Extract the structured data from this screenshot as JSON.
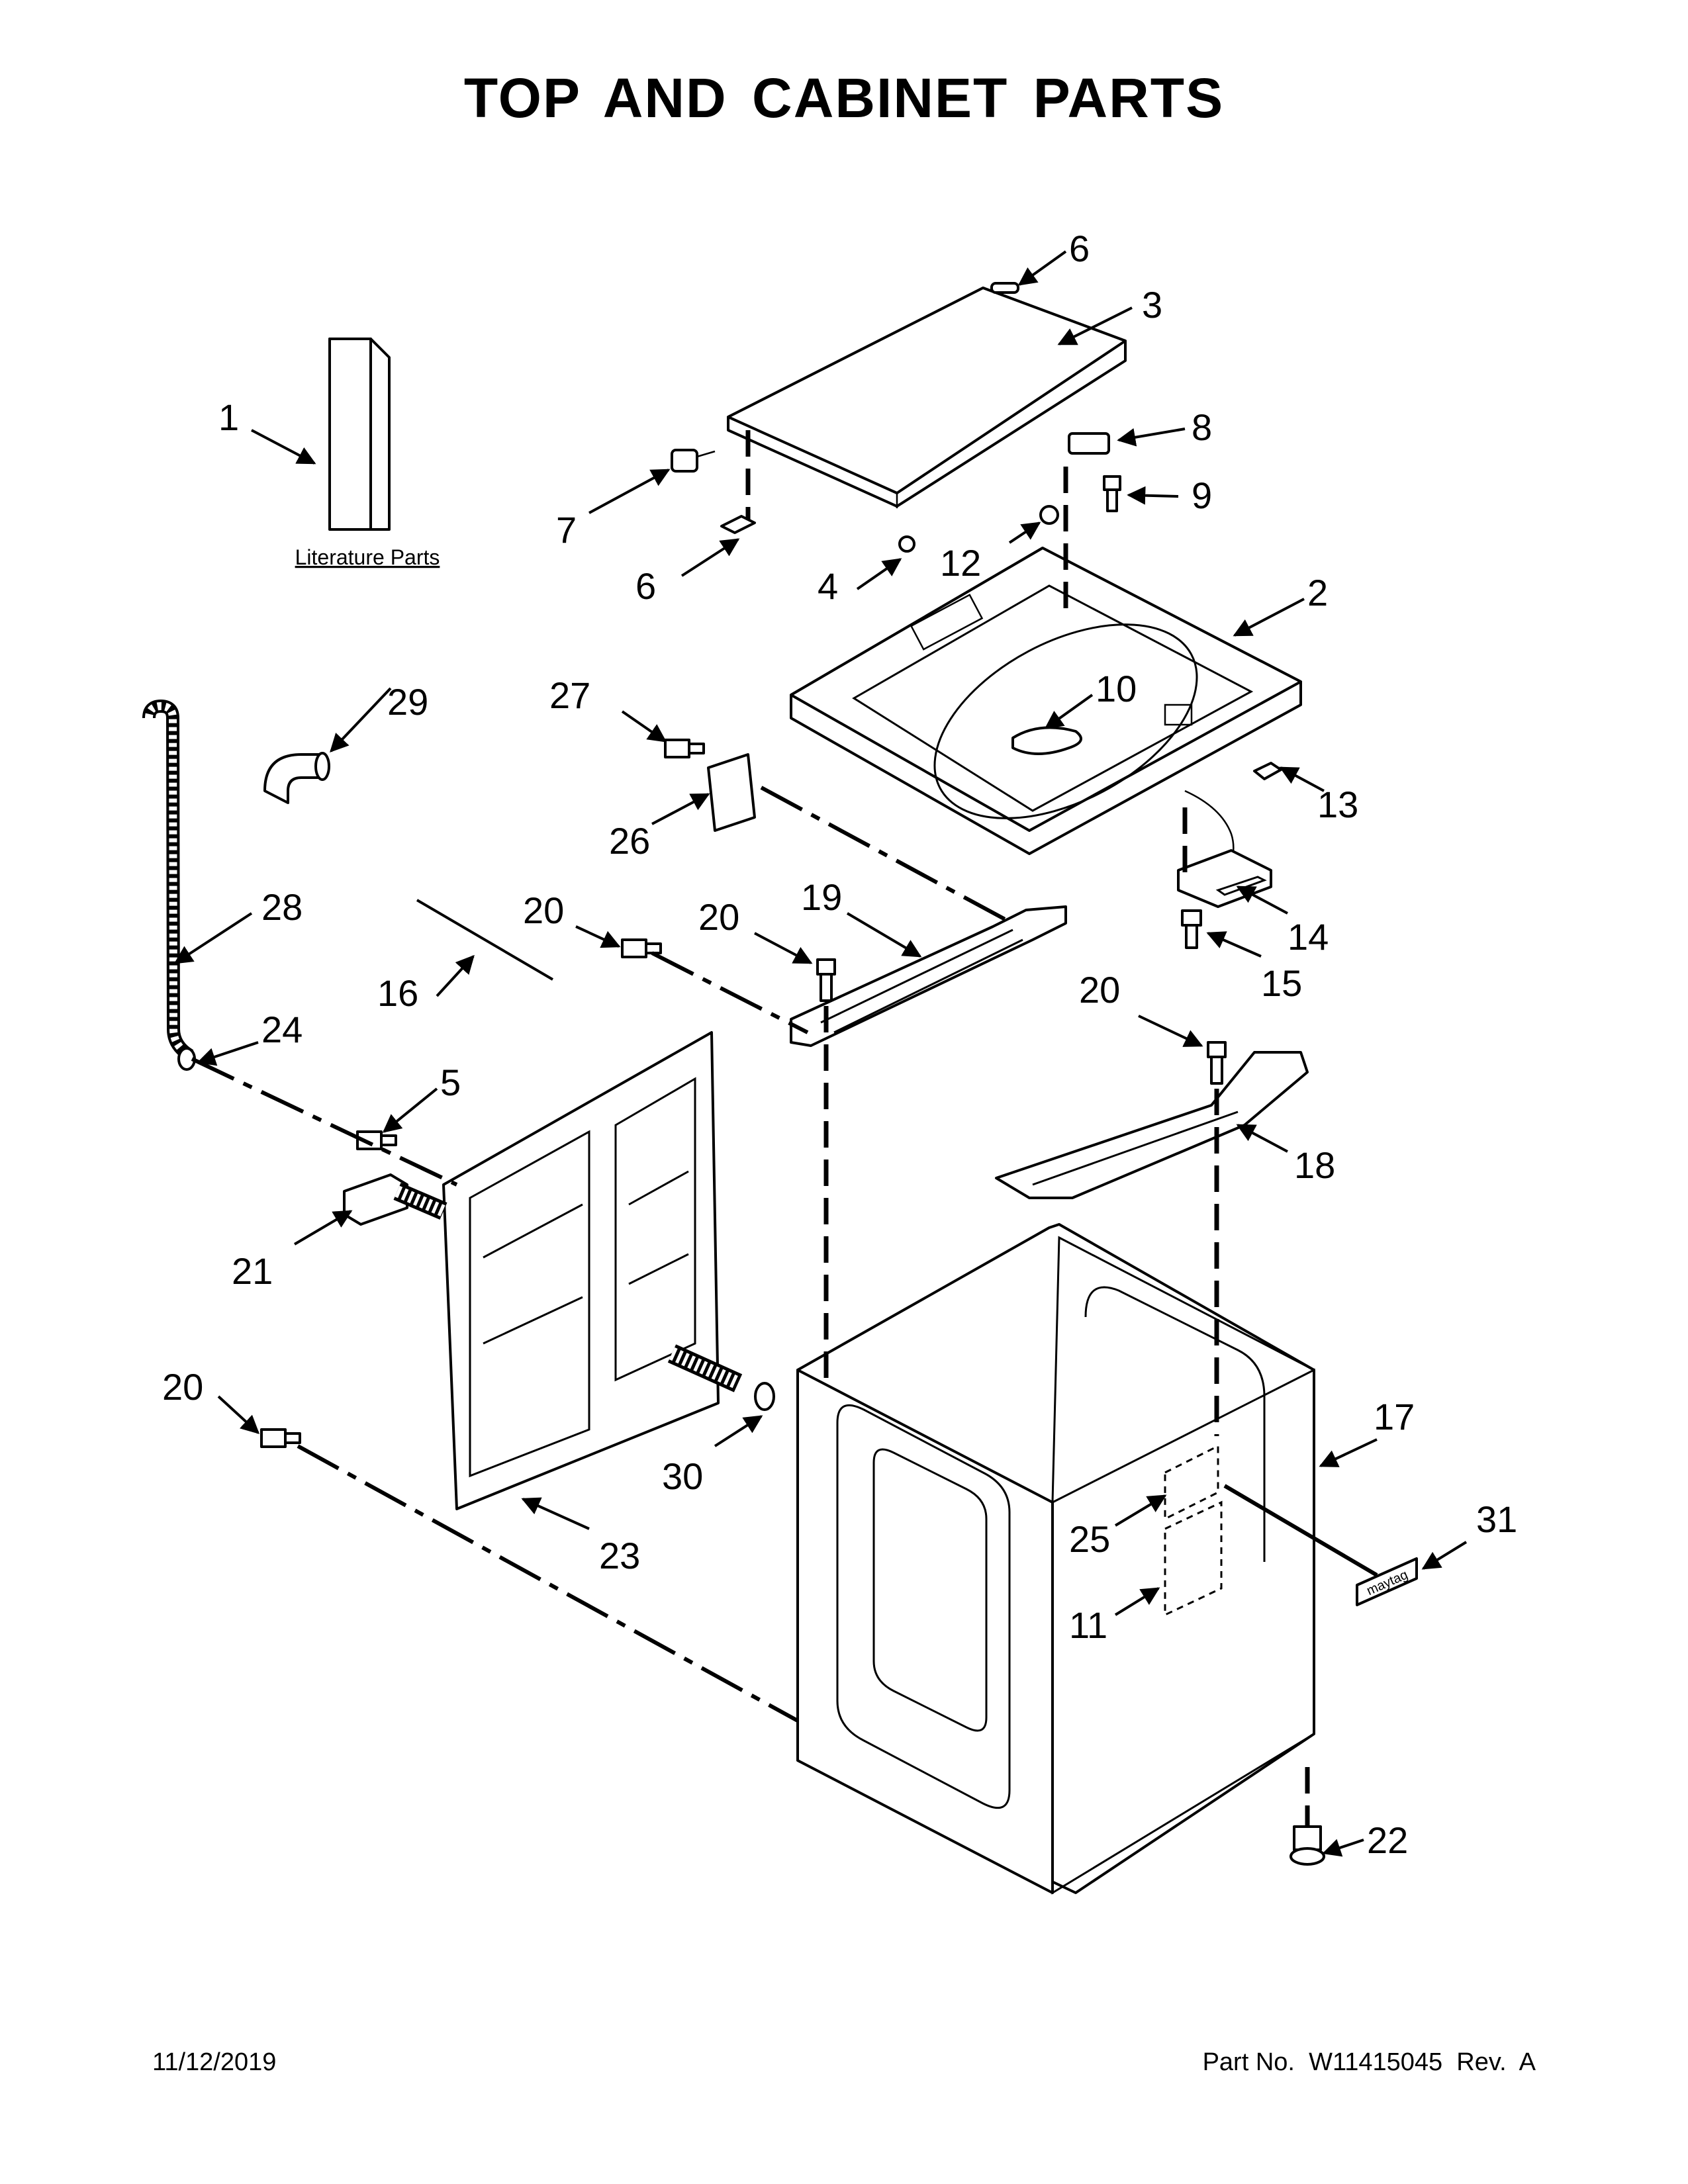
{
  "title": "TOP AND CABINET PARTS",
  "literature_label": "Literature Parts",
  "brand_badge": "maytag",
  "footer": {
    "date": "11/12/2019",
    "part_no": "Part No.  W11415045  Rev.  A"
  },
  "callouts": [
    "1",
    "2",
    "3",
    "4",
    "5",
    "6",
    "6",
    "7",
    "8",
    "9",
    "10",
    "11",
    "12",
    "13",
    "14",
    "15",
    "16",
    "17",
    "18",
    "19",
    "20",
    "20",
    "20",
    "20",
    "21",
    "22",
    "23",
    "24",
    "25",
    "26",
    "27",
    "28",
    "29",
    "30",
    "31"
  ]
}
